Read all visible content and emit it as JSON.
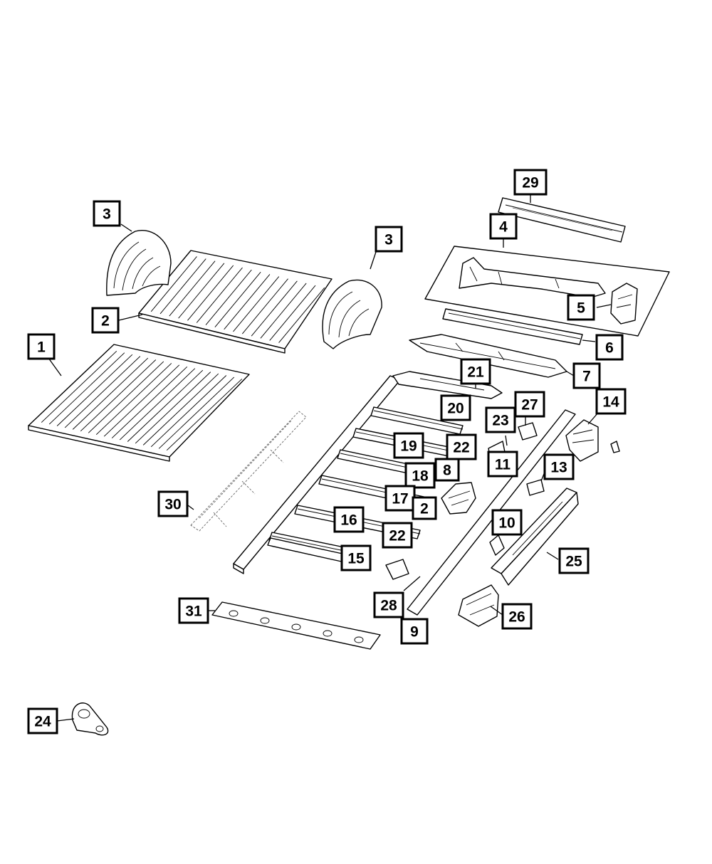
{
  "diagram": {
    "accent_color": "#000000",
    "background_color": "#ffffff",
    "callouts": [
      {
        "id": "c1",
        "label": "1"
      },
      {
        "id": "c2a",
        "label": "2"
      },
      {
        "id": "c3a",
        "label": "3"
      },
      {
        "id": "c3b",
        "label": "3"
      },
      {
        "id": "c29",
        "label": "29"
      },
      {
        "id": "c4",
        "label": "4"
      },
      {
        "id": "c5",
        "label": "5"
      },
      {
        "id": "c6",
        "label": "6"
      },
      {
        "id": "c7",
        "label": "7"
      },
      {
        "id": "c14",
        "label": "14"
      },
      {
        "id": "c21",
        "label": "21"
      },
      {
        "id": "c20",
        "label": "20"
      },
      {
        "id": "c27",
        "label": "27"
      },
      {
        "id": "c23",
        "label": "23"
      },
      {
        "id": "c19",
        "label": "19"
      },
      {
        "id": "c22a",
        "label": "22"
      },
      {
        "id": "c8",
        "label": "8"
      },
      {
        "id": "c11",
        "label": "11"
      },
      {
        "id": "c18",
        "label": "18"
      },
      {
        "id": "c13",
        "label": "13"
      },
      {
        "id": "c17",
        "label": "17"
      },
      {
        "id": "c2b",
        "label": "2"
      },
      {
        "id": "c30",
        "label": "30"
      },
      {
        "id": "c16",
        "label": "16"
      },
      {
        "id": "c22b",
        "label": "22"
      },
      {
        "id": "c10",
        "label": "10"
      },
      {
        "id": "c15",
        "label": "15"
      },
      {
        "id": "c25",
        "label": "25"
      },
      {
        "id": "c28",
        "label": "28"
      },
      {
        "id": "c31",
        "label": "31"
      },
      {
        "id": "c26",
        "label": "26"
      },
      {
        "id": "c9",
        "label": "9"
      },
      {
        "id": "c24",
        "label": "24"
      }
    ]
  }
}
